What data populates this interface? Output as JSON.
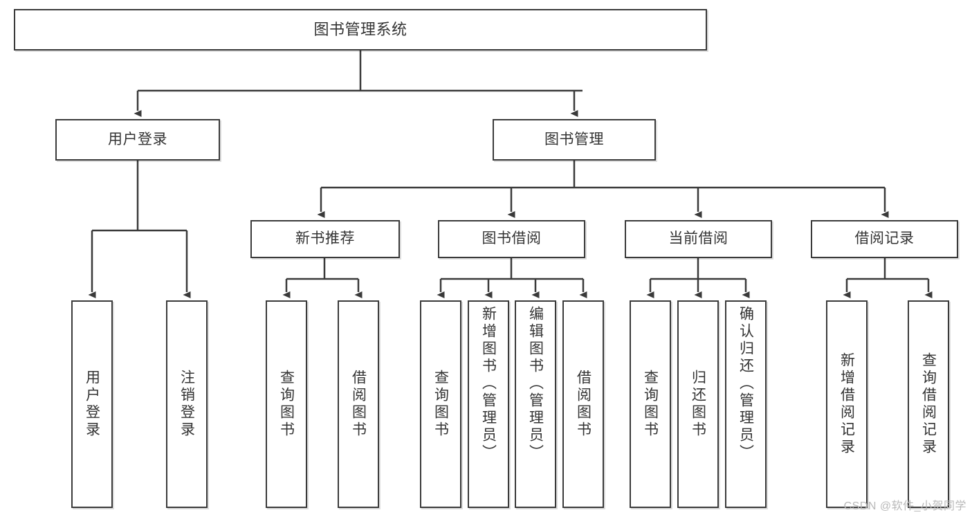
{
  "diagram": {
    "title": "图书管理系统",
    "type": "hierarchy-tree",
    "colors": {
      "box_border": "#3a3a3a",
      "box_fill": "#ffffff",
      "text": "#333333",
      "connector": "#3a3a3a",
      "watermark": "#b9b9b9",
      "background": "#ffffff"
    },
    "root": {
      "label": "图书管理系统"
    },
    "level1": [
      {
        "label": "用户登录"
      },
      {
        "label": "图书管理"
      }
    ],
    "level2": [
      {
        "label": "新书推荐"
      },
      {
        "label": "图书借阅"
      },
      {
        "label": "当前借阅"
      },
      {
        "label": "借阅记录"
      }
    ],
    "leaves": {
      "user_login": [
        {
          "label": "用户登录"
        },
        {
          "label": "注销登录"
        }
      ],
      "new_book_recommend": [
        {
          "label": "查询图书"
        },
        {
          "label": "借阅图书"
        }
      ],
      "book_borrow": [
        {
          "label": "查询图书"
        },
        {
          "label": "新增图书（管理员）"
        },
        {
          "label": "编辑图书（管理员）"
        },
        {
          "label": "借阅图书"
        }
      ],
      "current_borrow": [
        {
          "label": "查询图书"
        },
        {
          "label": "归还图书"
        },
        {
          "label": "确认归还（管理员）"
        }
      ],
      "borrow_record": [
        {
          "label": "新增借阅记录"
        },
        {
          "label": "查询借阅记录"
        }
      ]
    }
  },
  "watermark": {
    "text": "CSDN @软件_小贺同学"
  }
}
